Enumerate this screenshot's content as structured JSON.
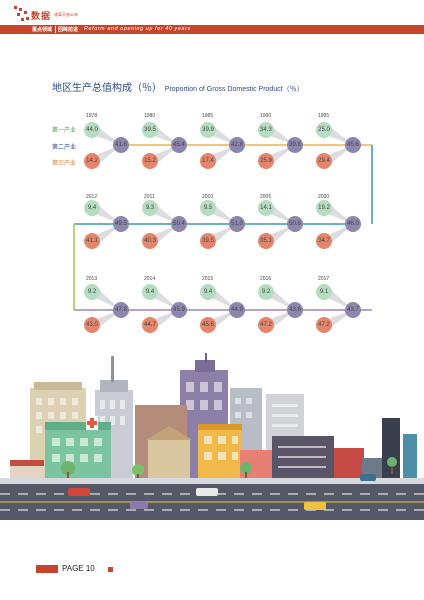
{
  "header": {
    "section_mark": "数据",
    "section_sub": "改革开放40年",
    "tab_primary": "重点领域",
    "tab_secondary": "回眸前进",
    "tagline": "Reform and opening up for 40 years"
  },
  "chart": {
    "title_cn": "地区生产总值构成（％）",
    "title_en": "Proportion of Gross Domestic Product（％）",
    "legend": {
      "primary": "第一产业",
      "secondary": "第二产业",
      "tertiary": "第三产业"
    }
  },
  "chart_data": {
    "type": "table",
    "title": "地区生产总值构成（％）",
    "series_names": [
      "第一产业",
      "第二产业",
      "第三产业"
    ],
    "years": [
      "1978",
      "1980",
      "1985",
      "1990",
      "1995",
      "2000",
      "2005",
      "2010",
      "2011",
      "2012",
      "2013",
      "2014",
      "2015",
      "2016",
      "2017"
    ],
    "primary": [
      "44.0",
      "39.5",
      "39.9",
      "34.3",
      "25.0",
      "19.2",
      "14.1",
      "9.5",
      "9.3",
      "9.4",
      "9.2",
      "9.4",
      "9.4",
      "9.2",
      "9.1"
    ],
    "secondary": [
      "41.8",
      "45.4",
      "42.8",
      "39.8",
      "45.6",
      "46.0",
      "50.6",
      "51.0",
      "50.4",
      "49.5",
      "47.8",
      "45.9",
      "44.9",
      "43.6",
      "43.7"
    ],
    "tertiary": [
      "14.2",
      "15.2",
      "17.4",
      "25.9",
      "29.4",
      "34.7",
      "35.1",
      "39.5",
      "40.3",
      "41.1",
      "43.0",
      "44.7",
      "45.6",
      "47.2",
      "47.2"
    ],
    "colors": {
      "primary": "#b6dcc2",
      "secondary": "#8d86ad",
      "tertiary": "#e4866b",
      "connector": "#f2c57a",
      "connector_mid": "#6ab0c8",
      "connector_low": "#b9d277",
      "connector_bottom": "#b7a2cc"
    }
  },
  "footer": {
    "page_label": "PAGE 10"
  }
}
